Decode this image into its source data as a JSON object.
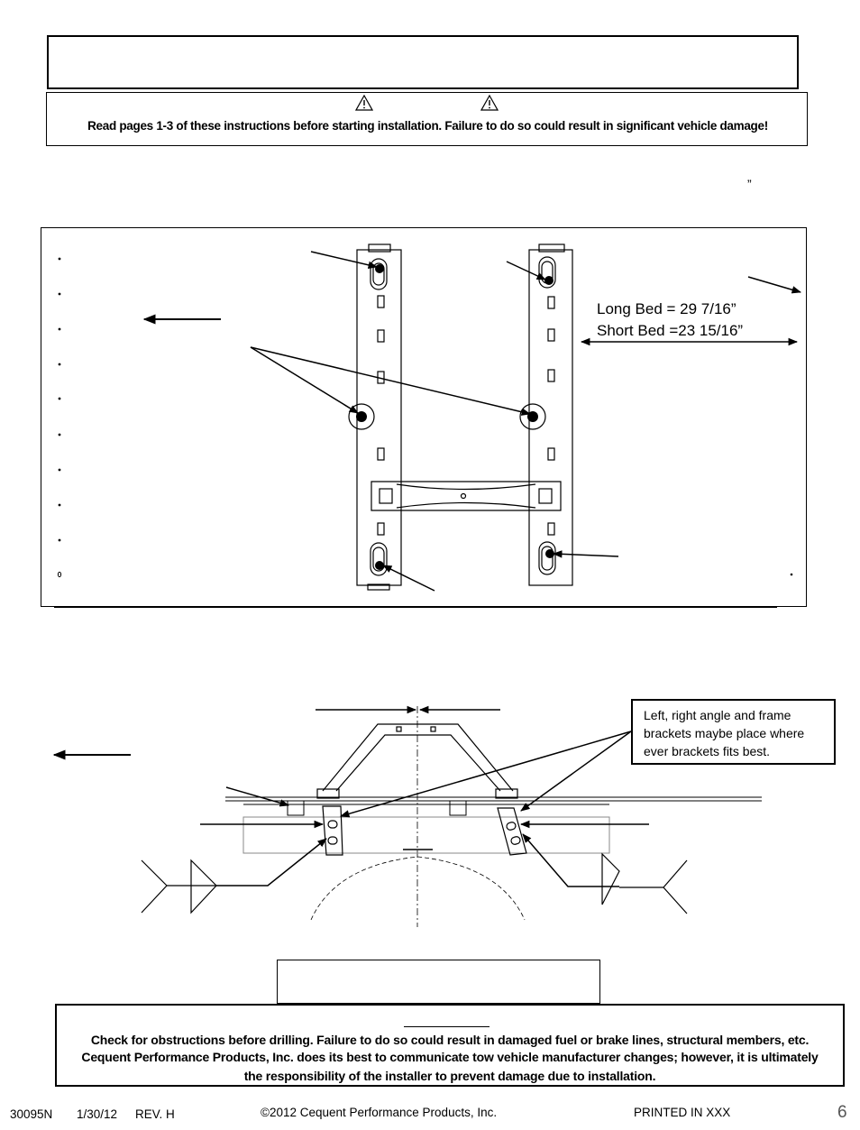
{
  "header": {
    "title": "",
    "warning_text": "Read pages 1-3 of these instructions before starting installation. Failure to do so could result in significant vehicle damage!"
  },
  "top_mark": "”",
  "figure1": {
    "long_bed": "Long Bed = 29 7/16”",
    "short_bed": "Short Bed =23 15/16”"
  },
  "figure2": {
    "callout": "Left, right angle and frame brackets maybe place where ever brackets fits best."
  },
  "caution": {
    "line1": "Check for obstructions before drilling. Failure to do so could result in damaged fuel or brake lines, structural members, etc.",
    "line2": "Cequent Performance Products, Inc. does its best to communicate tow vehicle manufacturer changes; however, it is ultimately",
    "line3": "the responsibility of the installer to prevent damage due to installation."
  },
  "footer": {
    "part": "30095N",
    "date": "1/30/12",
    "rev": "REV. H",
    "copyright": "©2012 Cequent Performance Products, Inc.",
    "printed": "PRINTED IN XXX",
    "page": "6"
  },
  "icons": [
    "warning-triangle-icon"
  ]
}
